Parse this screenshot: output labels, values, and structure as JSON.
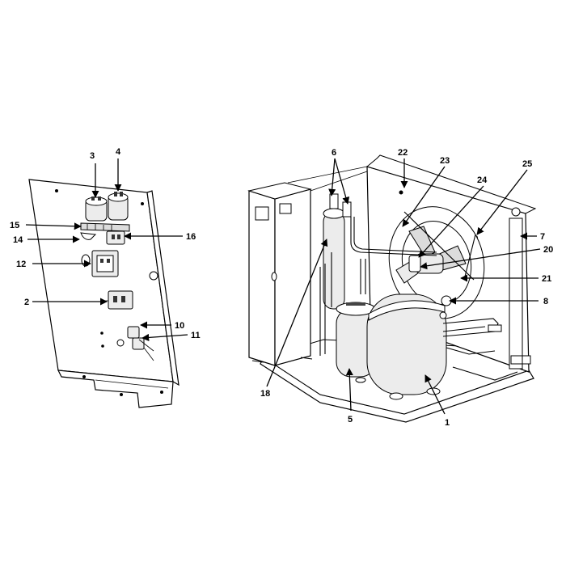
{
  "callouts": {
    "c3": "3",
    "c4": "4",
    "c15": "15",
    "c14": "14",
    "c16": "16",
    "c12": "12",
    "c2": "2",
    "c10": "10",
    "c11": "11",
    "c6": "6",
    "c22": "22",
    "c23": "23",
    "c24": "24",
    "c25": "25",
    "c7": "7",
    "c20": "20",
    "c21": "21",
    "c8": "8",
    "c18": "18",
    "c5": "5",
    "c1": "1"
  }
}
